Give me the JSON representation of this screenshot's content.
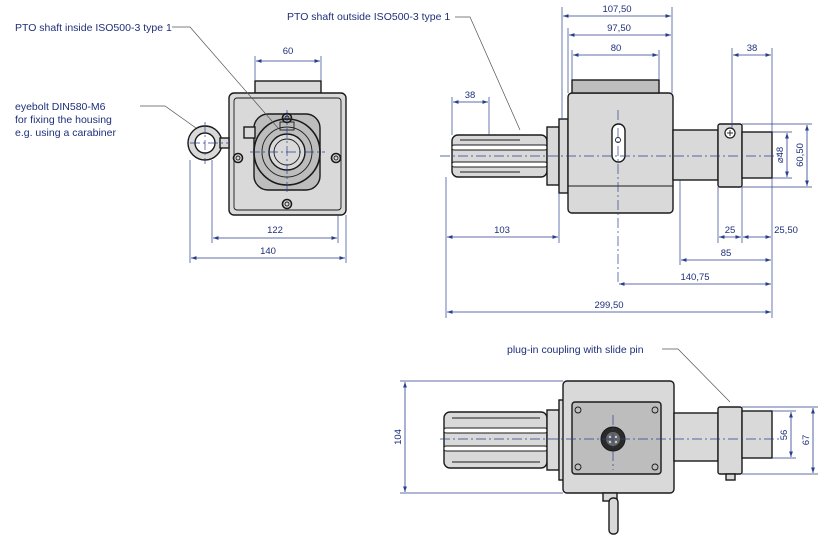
{
  "notes": {
    "pto_inside": "PTO shaft inside ISO500-3 type 1",
    "pto_outside": "PTO shaft outside ISO500-3 type 1",
    "eyebolt_line1": "eyebolt DIN580-M6",
    "eyebolt_line2": "for fixing the housing",
    "eyebolt_line3": "e.g. using a carabiner",
    "coupling": "plug-in coupling with slide pin"
  },
  "dimensions": {
    "front_60": "60",
    "front_122": "122",
    "front_140": "140",
    "side_107_50": "107,50",
    "side_97_50": "97,50",
    "side_80": "80",
    "side_38_right": "38",
    "side_38_left": "38",
    "side_dia48": "⌀48",
    "side_60_50": "60,50",
    "side_103": "103",
    "side_25": "25",
    "side_25_50": "25,50",
    "side_85": "85",
    "side_140_75": "140,75",
    "side_299_50": "299,50",
    "top_104": "104",
    "top_56": "56",
    "top_67": "67"
  }
}
